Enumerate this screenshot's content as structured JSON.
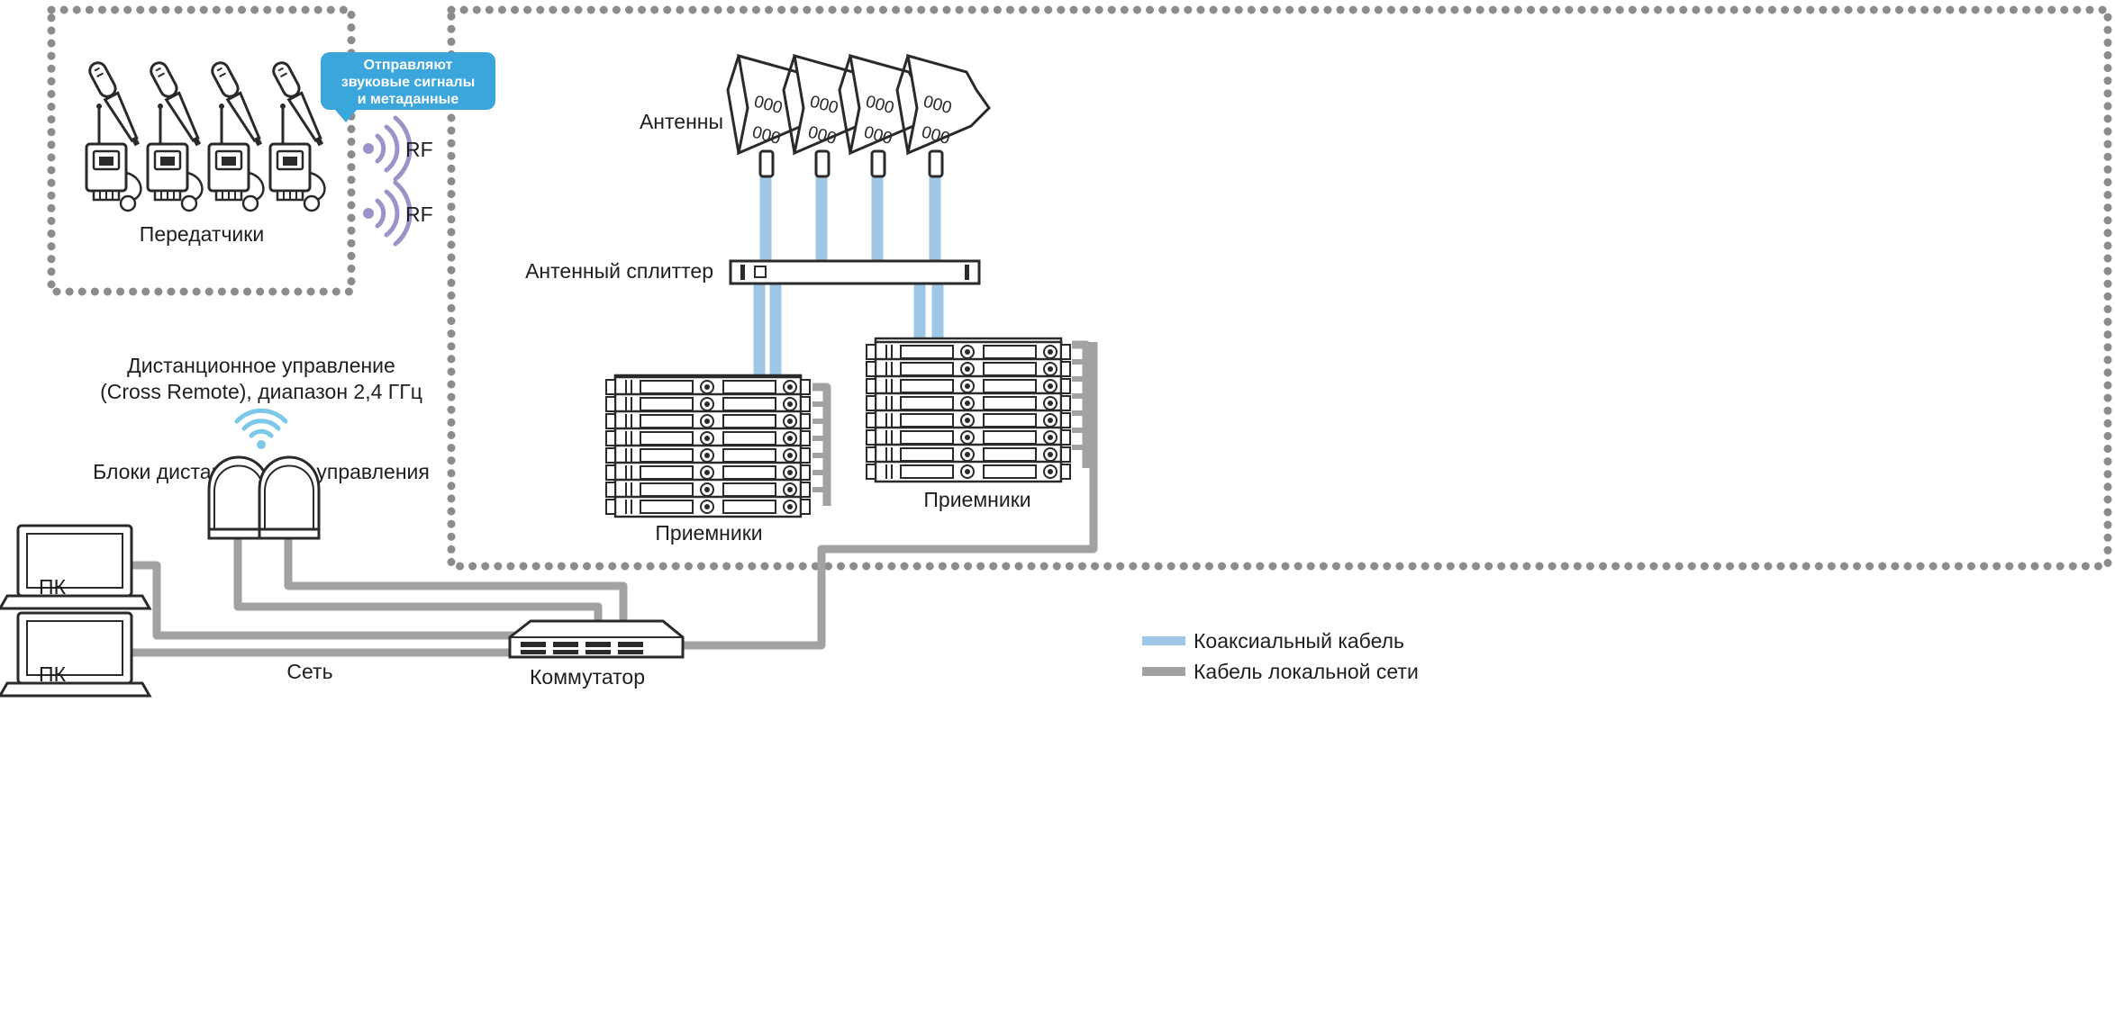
{
  "labels": {
    "transmitters": "Передатчики",
    "bubble_line1": "Отправляют",
    "bubble_line2": "звуковые сигналы",
    "bubble_line3": "и метаданные",
    "rf_1": "RF",
    "rf_2": "RF",
    "antennas": "Антенны",
    "antenna_splitter": "Антенный сплиттер",
    "receivers_left": "Приемники",
    "receivers_right": "Приемники",
    "remote_line1": "Дистанционное управление",
    "remote_line2": "(Cross Remote), диапазон 2,4 ГГц",
    "remote_units": "Блоки дистанционного управления",
    "pc_1": "ПК",
    "pc_2": "ПК",
    "network": "Сеть",
    "switch": "Коммутатор"
  },
  "legend": {
    "coax": "Коаксиальный кабель",
    "lan": "Кабель локальной сети"
  },
  "colors": {
    "coax_cable": "#9ec7e6",
    "lan_cable": "#a2a2a2",
    "bubble": "#3aa6db",
    "rf_wave": "#9c93c9",
    "wifi": "#7cc8e8",
    "dotted_border": "#8c8c8c"
  },
  "icons": [
    "handheld-microphone-icon",
    "bodypack-transmitter-icon",
    "rf-wave-icon",
    "directional-antenna-icon",
    "wifi-icon",
    "remote-control-unit-icon",
    "laptop-icon"
  ]
}
